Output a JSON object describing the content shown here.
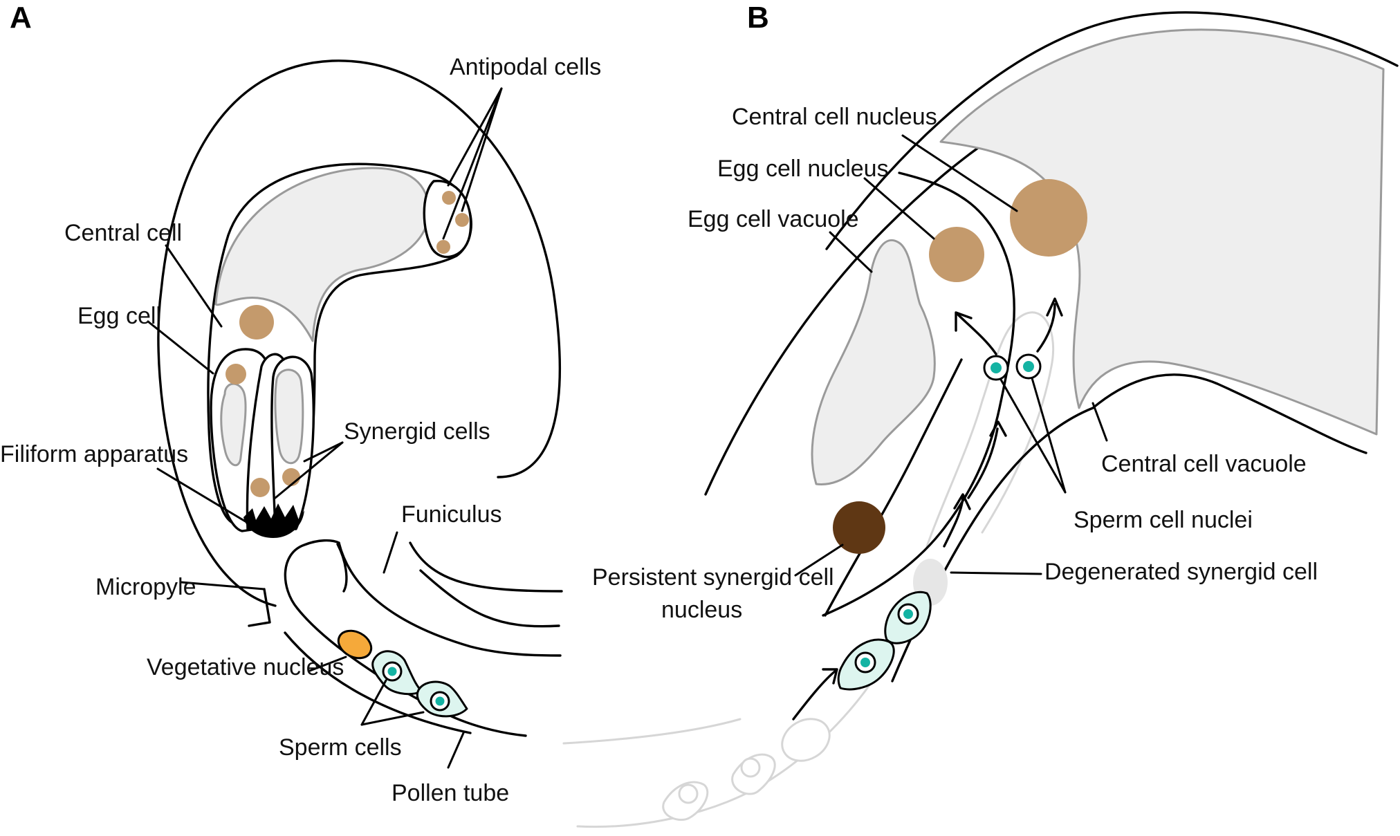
{
  "panels": {
    "a": {
      "letter": "A"
    },
    "b": {
      "letter": "B"
    }
  },
  "labels_a": {
    "antipodal_cells": "Antipodal cells",
    "central_cell": "Central cell",
    "egg_cell": "Egg cell",
    "synergid_cells": "Synergid cells",
    "filiform_apparatus": "Filiform apparatus",
    "funiculus": "Funiculus",
    "micropyle": "Micropyle",
    "vegetative_nucleus": "Vegetative nucleus",
    "sperm_cells": "Sperm cells",
    "pollen_tube": "Pollen tube"
  },
  "labels_b": {
    "central_cell_nucleus": "Central cell nucleus",
    "egg_cell_nucleus": "Egg cell nucleus",
    "egg_cell_vacuole": "Egg cell vacuole",
    "central_cell_vacuole": "Central cell vacuole",
    "sperm_cell_nuclei": "Sperm cell nuclei",
    "persistent_synergid_line1": "Persistent synergid cell",
    "persistent_synergid_line2": "nucleus",
    "degenerated_synergid_cell": "Degenerated synergid cell"
  },
  "colors": {
    "nucleus_tan": "#c49a6c",
    "vegetative_nucleus": "#f5a93a",
    "persistent_synergid_nucleus": "#5f3714",
    "sperm_cytoplasm": "#ddf5ef",
    "sperm_nucleus": "#14b3a3",
    "vacuole": "#eeeeee",
    "vacuole_outline": "#9a9a9a",
    "filiform": "#000000"
  }
}
